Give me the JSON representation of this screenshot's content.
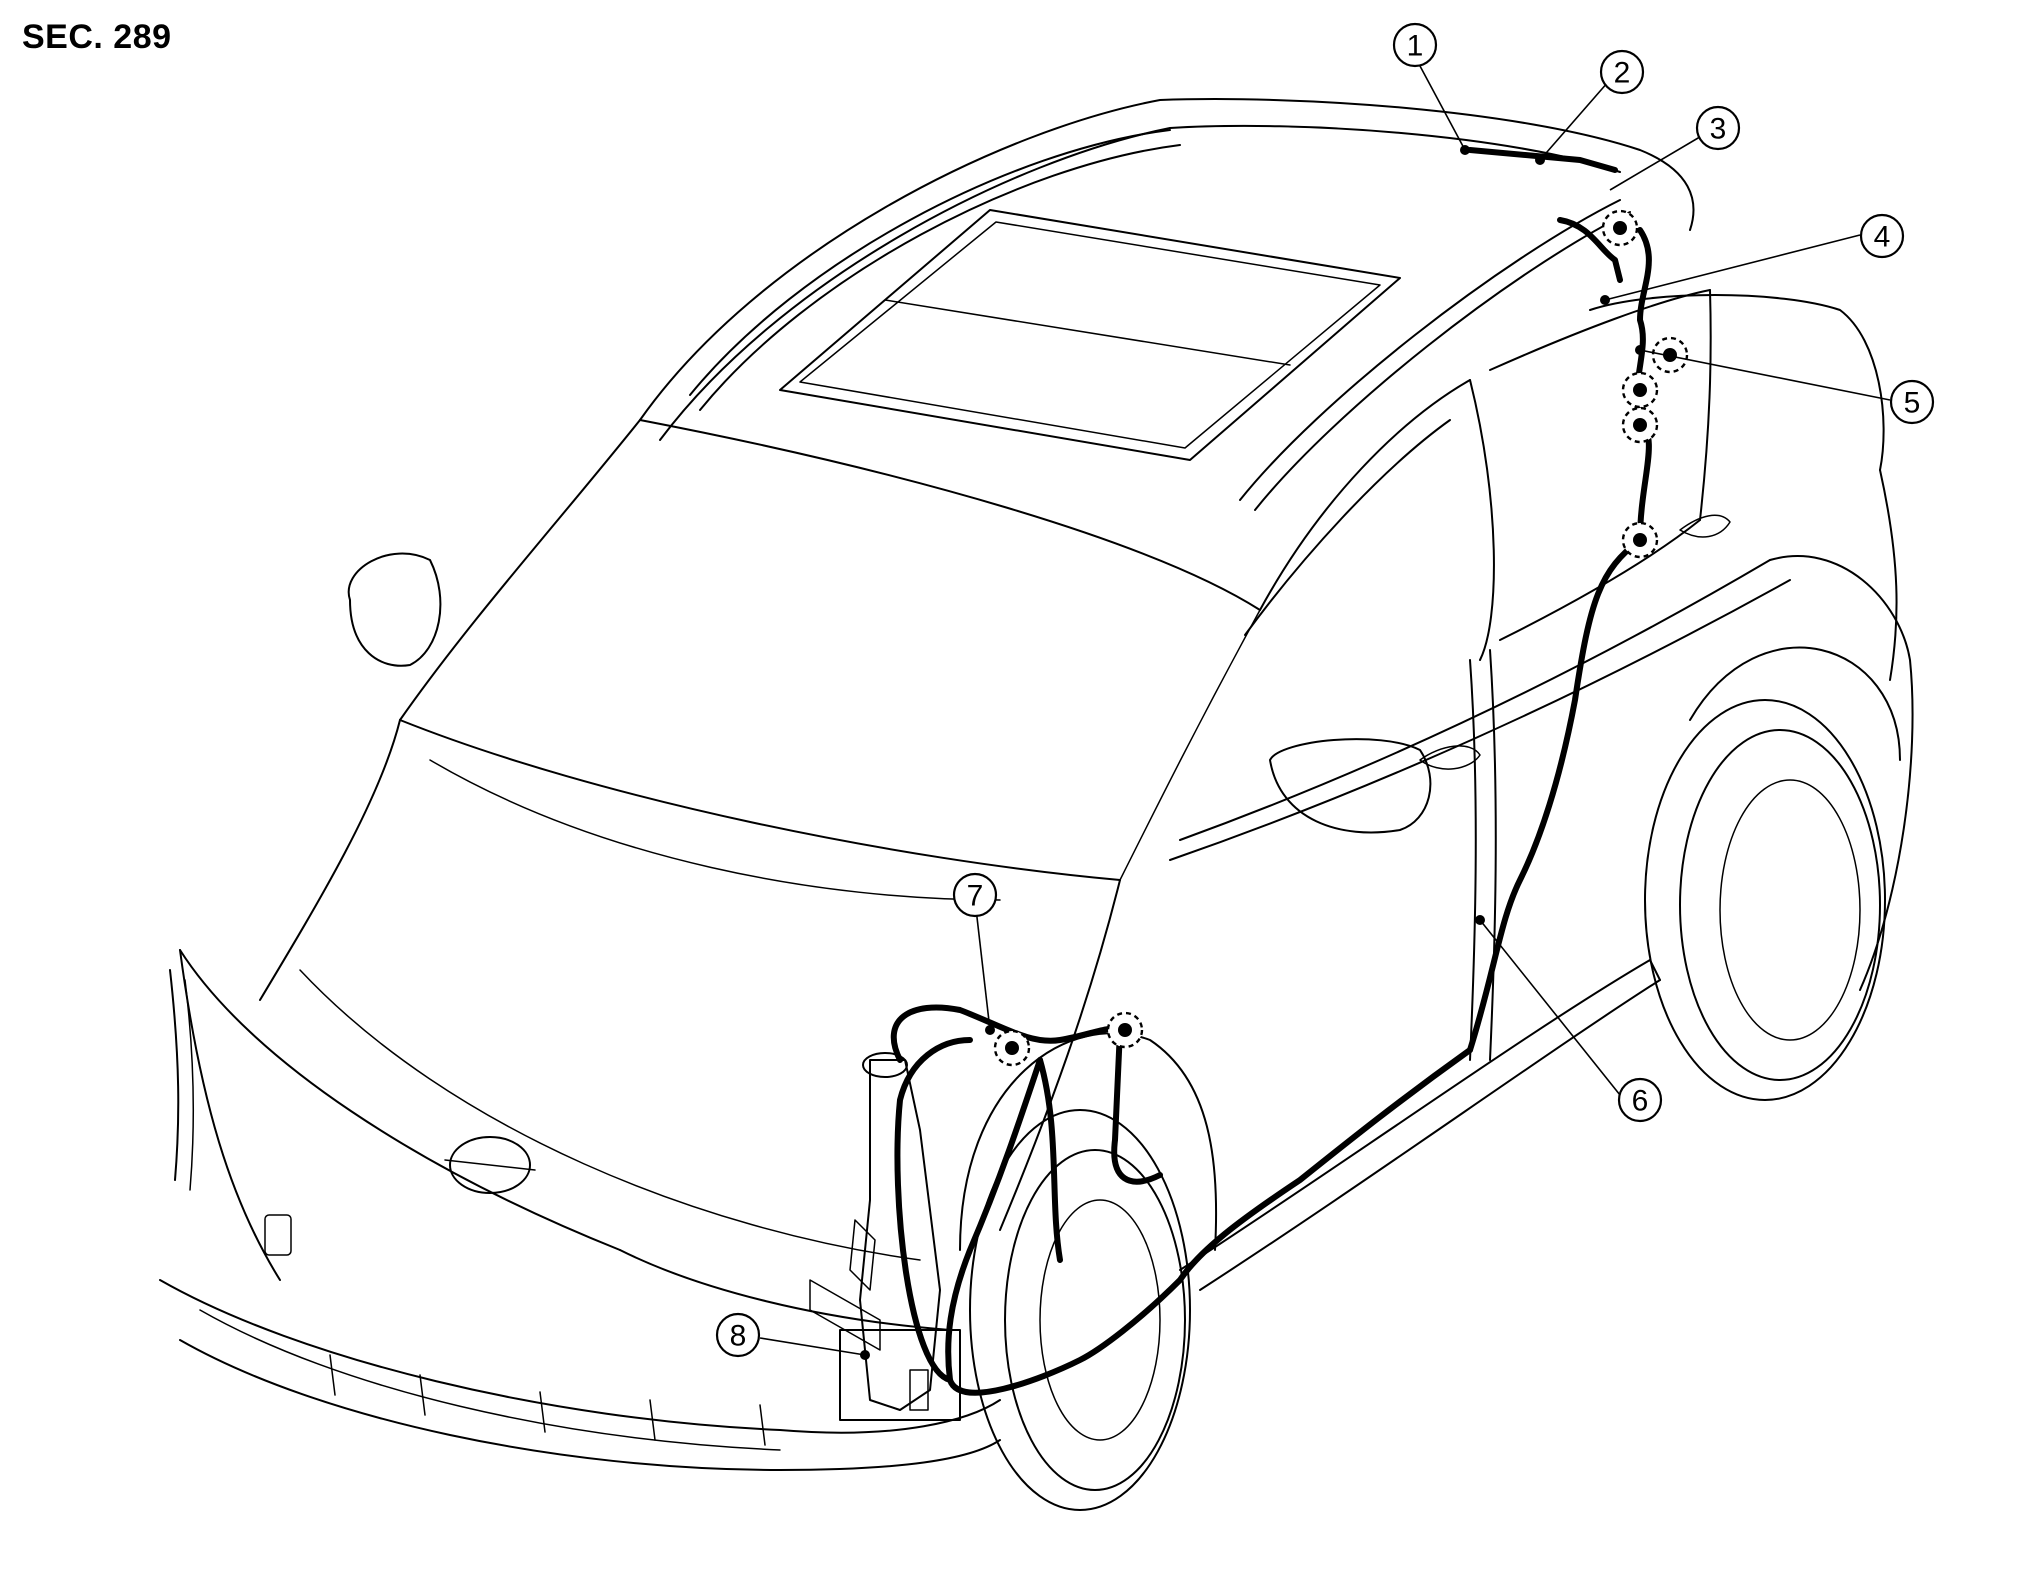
{
  "header": {
    "section": "SEC. 289"
  },
  "callouts": [
    {
      "id": "1",
      "label": "1"
    },
    {
      "id": "2",
      "label": "2"
    },
    {
      "id": "3",
      "label": "3"
    },
    {
      "id": "4",
      "label": "4"
    },
    {
      "id": "5",
      "label": "5"
    },
    {
      "id": "6",
      "label": "6"
    },
    {
      "id": "7",
      "label": "7"
    },
    {
      "id": "8",
      "label": "8"
    }
  ],
  "colors": {
    "line": "#000000",
    "background": "#ffffff"
  }
}
